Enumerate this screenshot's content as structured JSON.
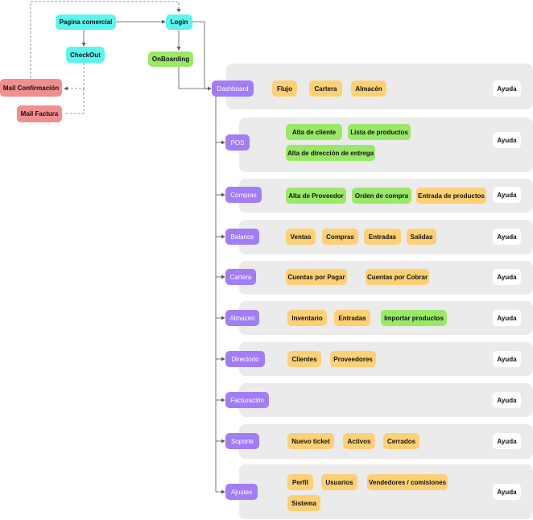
{
  "top": {
    "pagina_comercial": "Pagina comercial",
    "login": "Login",
    "checkout": "CheckOut",
    "onboarding": "OnBoarding",
    "mail_confirmacion": "Mail Confirmación",
    "mail_factura": "Mail Factura"
  },
  "help_label": "Ayuda",
  "sections": [
    {
      "label": "Dashboard",
      "items": [
        "Flujo",
        "Cartera",
        "Almacén"
      ]
    },
    {
      "label": "POS",
      "items": [
        "Alta de cliente",
        "Lista de productos",
        "Alta de dirección de entrega"
      ]
    },
    {
      "label": "Compras",
      "items": [
        "Alta de Proveedor",
        "Orden de compra",
        "Entrada de productos"
      ]
    },
    {
      "label": "Balance",
      "items": [
        "Ventas",
        "Compras",
        "Entradas",
        "Salidas"
      ]
    },
    {
      "label": "Cartera",
      "items": [
        "Cuentas por Pagar",
        "Cuentas por Cobrar"
      ]
    },
    {
      "label": "Almacén",
      "items": [
        "Inventario",
        "Entradas",
        "Importar productos"
      ]
    },
    {
      "label": "Directorio",
      "items": [
        "Clientes",
        "Proveedores"
      ]
    },
    {
      "label": "Facturación",
      "items": []
    },
    {
      "label": "Soporte",
      "items": [
        "Nuevo ticket",
        "Activos",
        "Cerrados"
      ]
    },
    {
      "label": "Ajustes",
      "items": [
        "Perfil",
        "Usuarios",
        "Vendedores / comisiones",
        "Sistema"
      ]
    }
  ],
  "colors": {
    "cyan": "#5cf5ee",
    "green": "#9ae867",
    "red": "#f28e8e",
    "purple": "#a37cf7",
    "orange": "#fcd074",
    "panel": "#ebebeb"
  }
}
